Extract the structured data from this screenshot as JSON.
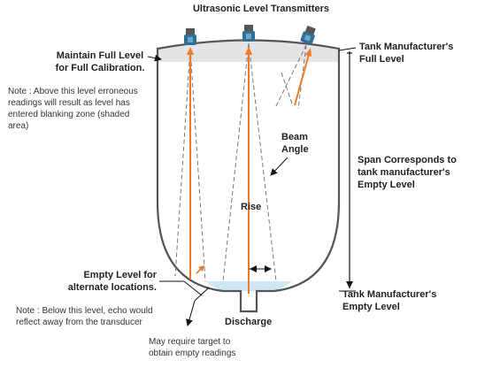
{
  "title": "Ultrasonic Level Transmitters",
  "labels": {
    "maintain_full": "Maintain Full Level\nfor Full Calibration.",
    "note_above": "Note : Above this level erroneous readings will result as level has entered blanking zone (shaded area)",
    "tank_full": "Tank Manufacturer's\nFull Level",
    "beam_angle": "Beam\nAngle",
    "span": "Span Corresponds to\ntank manufacturer's\nEmpty Level",
    "rise": "Rise",
    "empty_alt": "Empty Level for\nalternate locations.",
    "note_below": "Note : Below this level, echo would reflect away from the transducer",
    "tank_empty": "Tank Manufacturer's\nEmpty Level",
    "discharge": "Discharge",
    "target_note": "May require target to\nobtain empty readings"
  },
  "colors": {
    "tank_outline": "#555555",
    "blanking_zone": "#e4e4e4",
    "liquid": "#cfe6f7",
    "rise_arrow": "#ee7b2a",
    "transducer": "#2f6f96",
    "beam": "#777777",
    "dimension": "#111111"
  },
  "icons": [
    "transducer-icon",
    "rise-arrow-icon",
    "beam-angle-icon"
  ]
}
